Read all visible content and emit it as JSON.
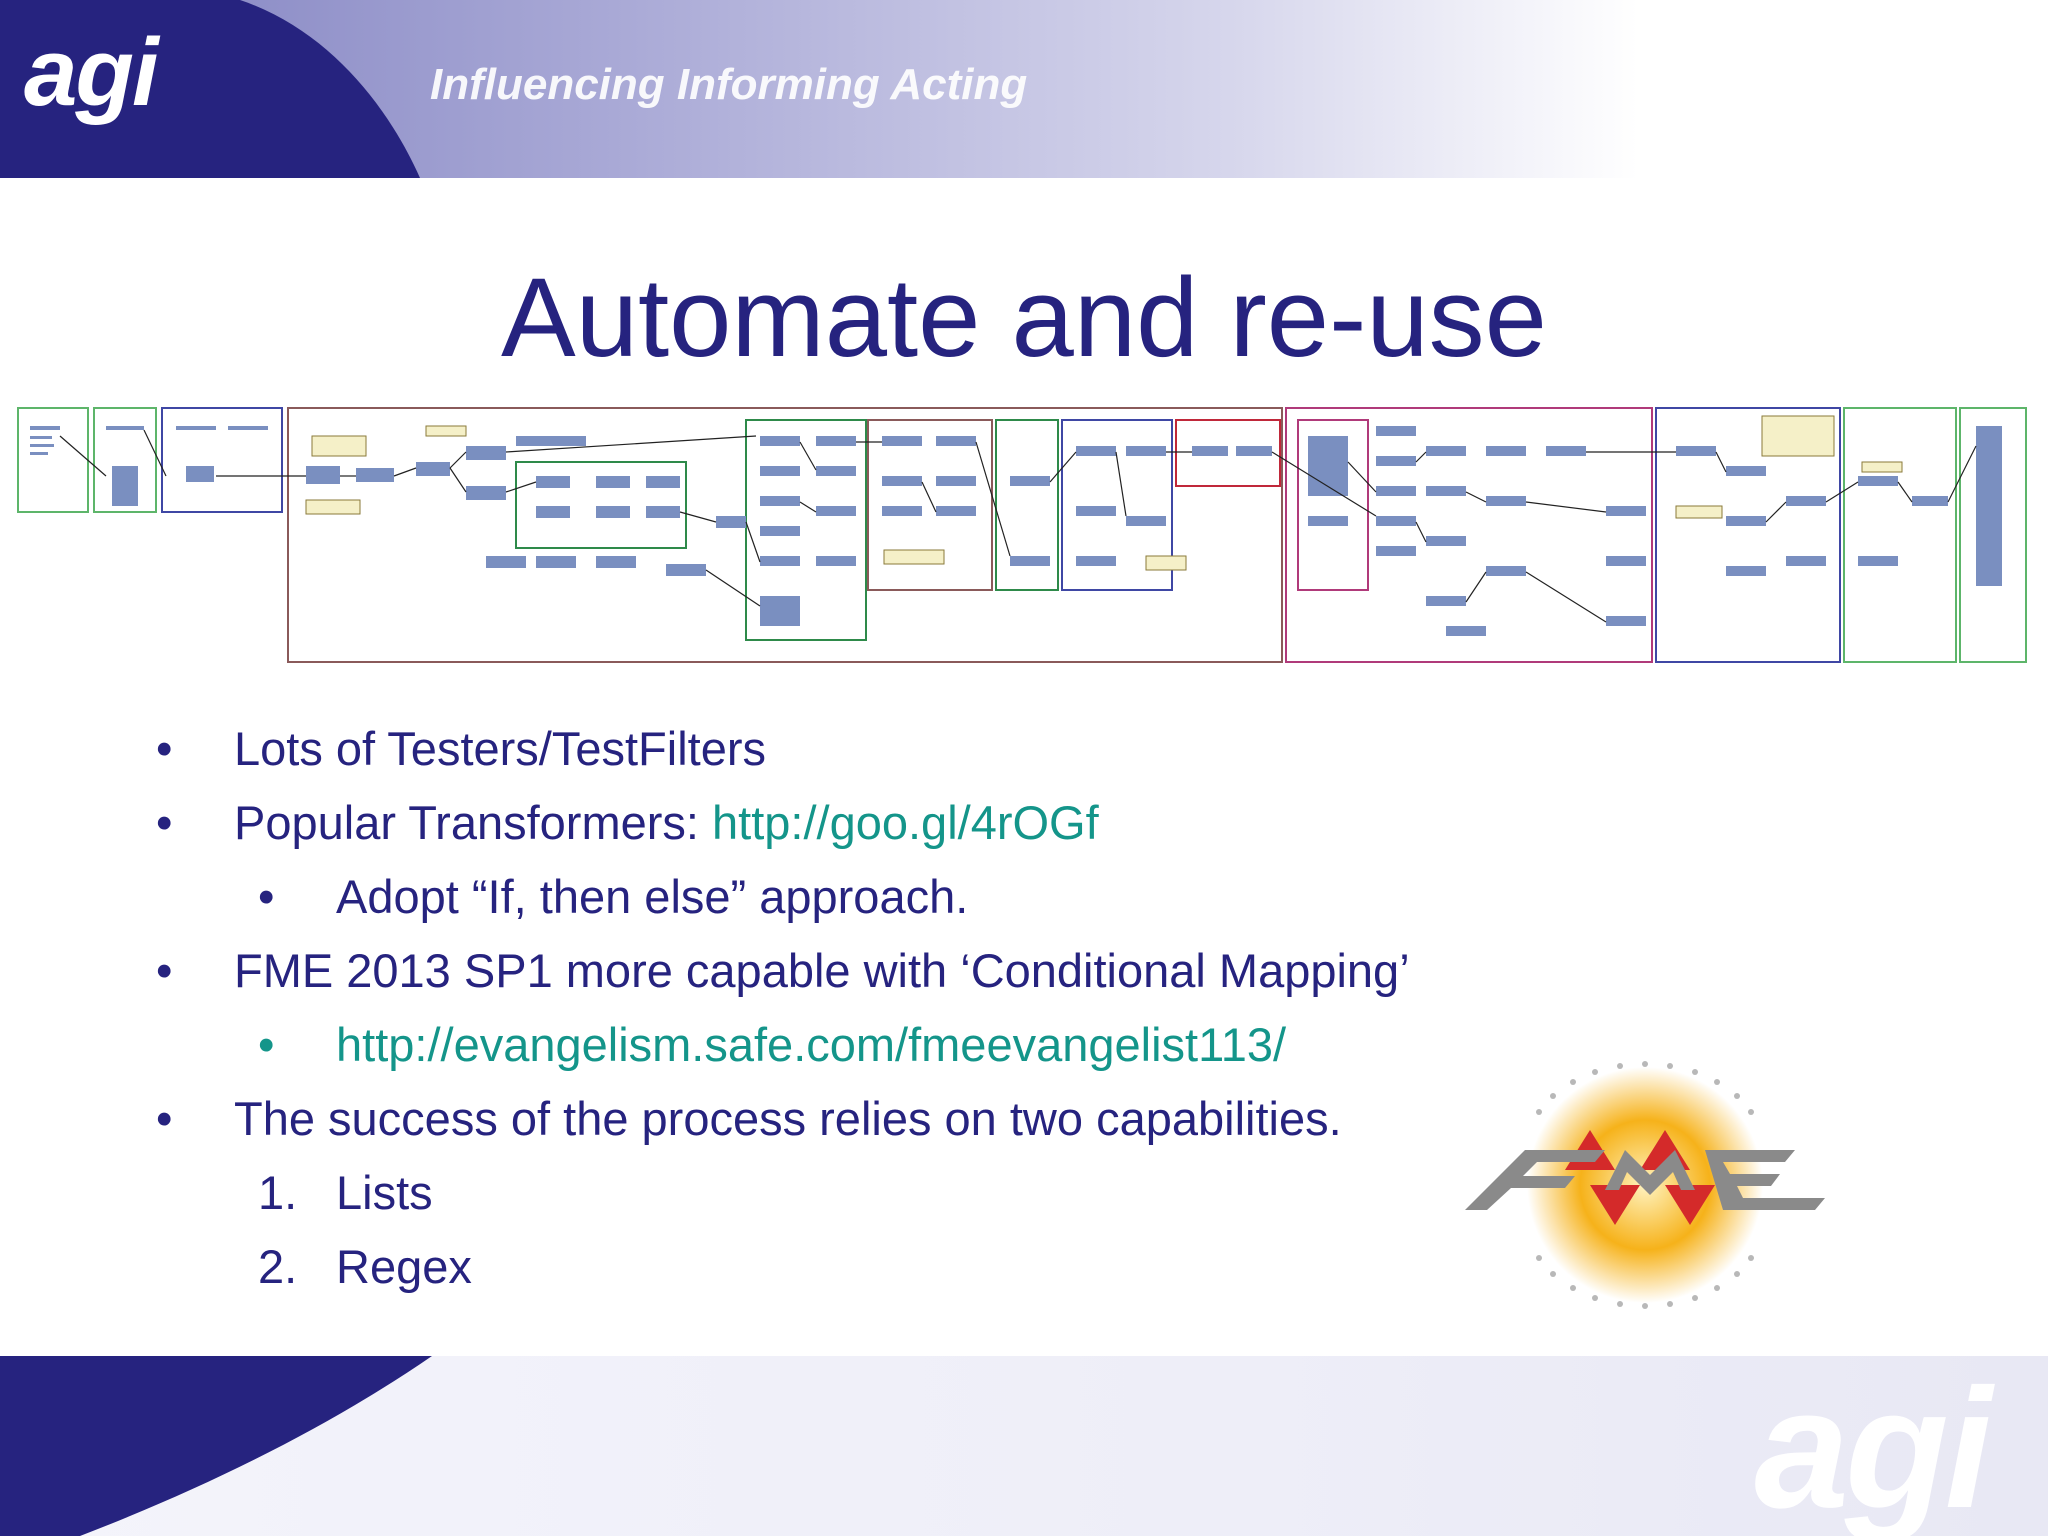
{
  "header": {
    "logo_text": "agi",
    "tagline": "Influencing Informing Acting"
  },
  "slide": {
    "title": "Automate and re-use",
    "bullets": [
      {
        "level": 1,
        "marker": "•",
        "text": "Lots of Testers/TestFilters"
      },
      {
        "level": 1,
        "marker": "•",
        "text": "Popular Transformers: ",
        "link": "http://goo.gl/4rOGf"
      },
      {
        "level": 2,
        "marker": "•",
        "text": "Adopt “If, then else” approach."
      },
      {
        "level": 1,
        "marker": "•",
        "text": "FME 2013 SP1 more capable with ‘Conditional Mapping’"
      },
      {
        "level": 2,
        "marker": "•",
        "link": "http://evangelism.safe.com/fmeevangelist113/"
      },
      {
        "level": 1,
        "marker": "•",
        "text": "The success of the process relies on two capabilities."
      },
      {
        "level": 2,
        "marker": "1.",
        "text": "Lists"
      },
      {
        "level": 2,
        "marker": "2.",
        "text": "Regex"
      }
    ]
  },
  "fme_logo": {
    "text": "FME"
  },
  "footer": {
    "logo_text": "agi"
  },
  "colors": {
    "brand_navy": "#26237f",
    "link_teal": "#14958a",
    "fme_red": "#d42a2a",
    "fme_gray": "#8a8a8a",
    "fme_sun": "#f6b21a"
  },
  "icons": {
    "workflow": "workflow-diagram-thumbnail",
    "fme": "fme-logo"
  }
}
